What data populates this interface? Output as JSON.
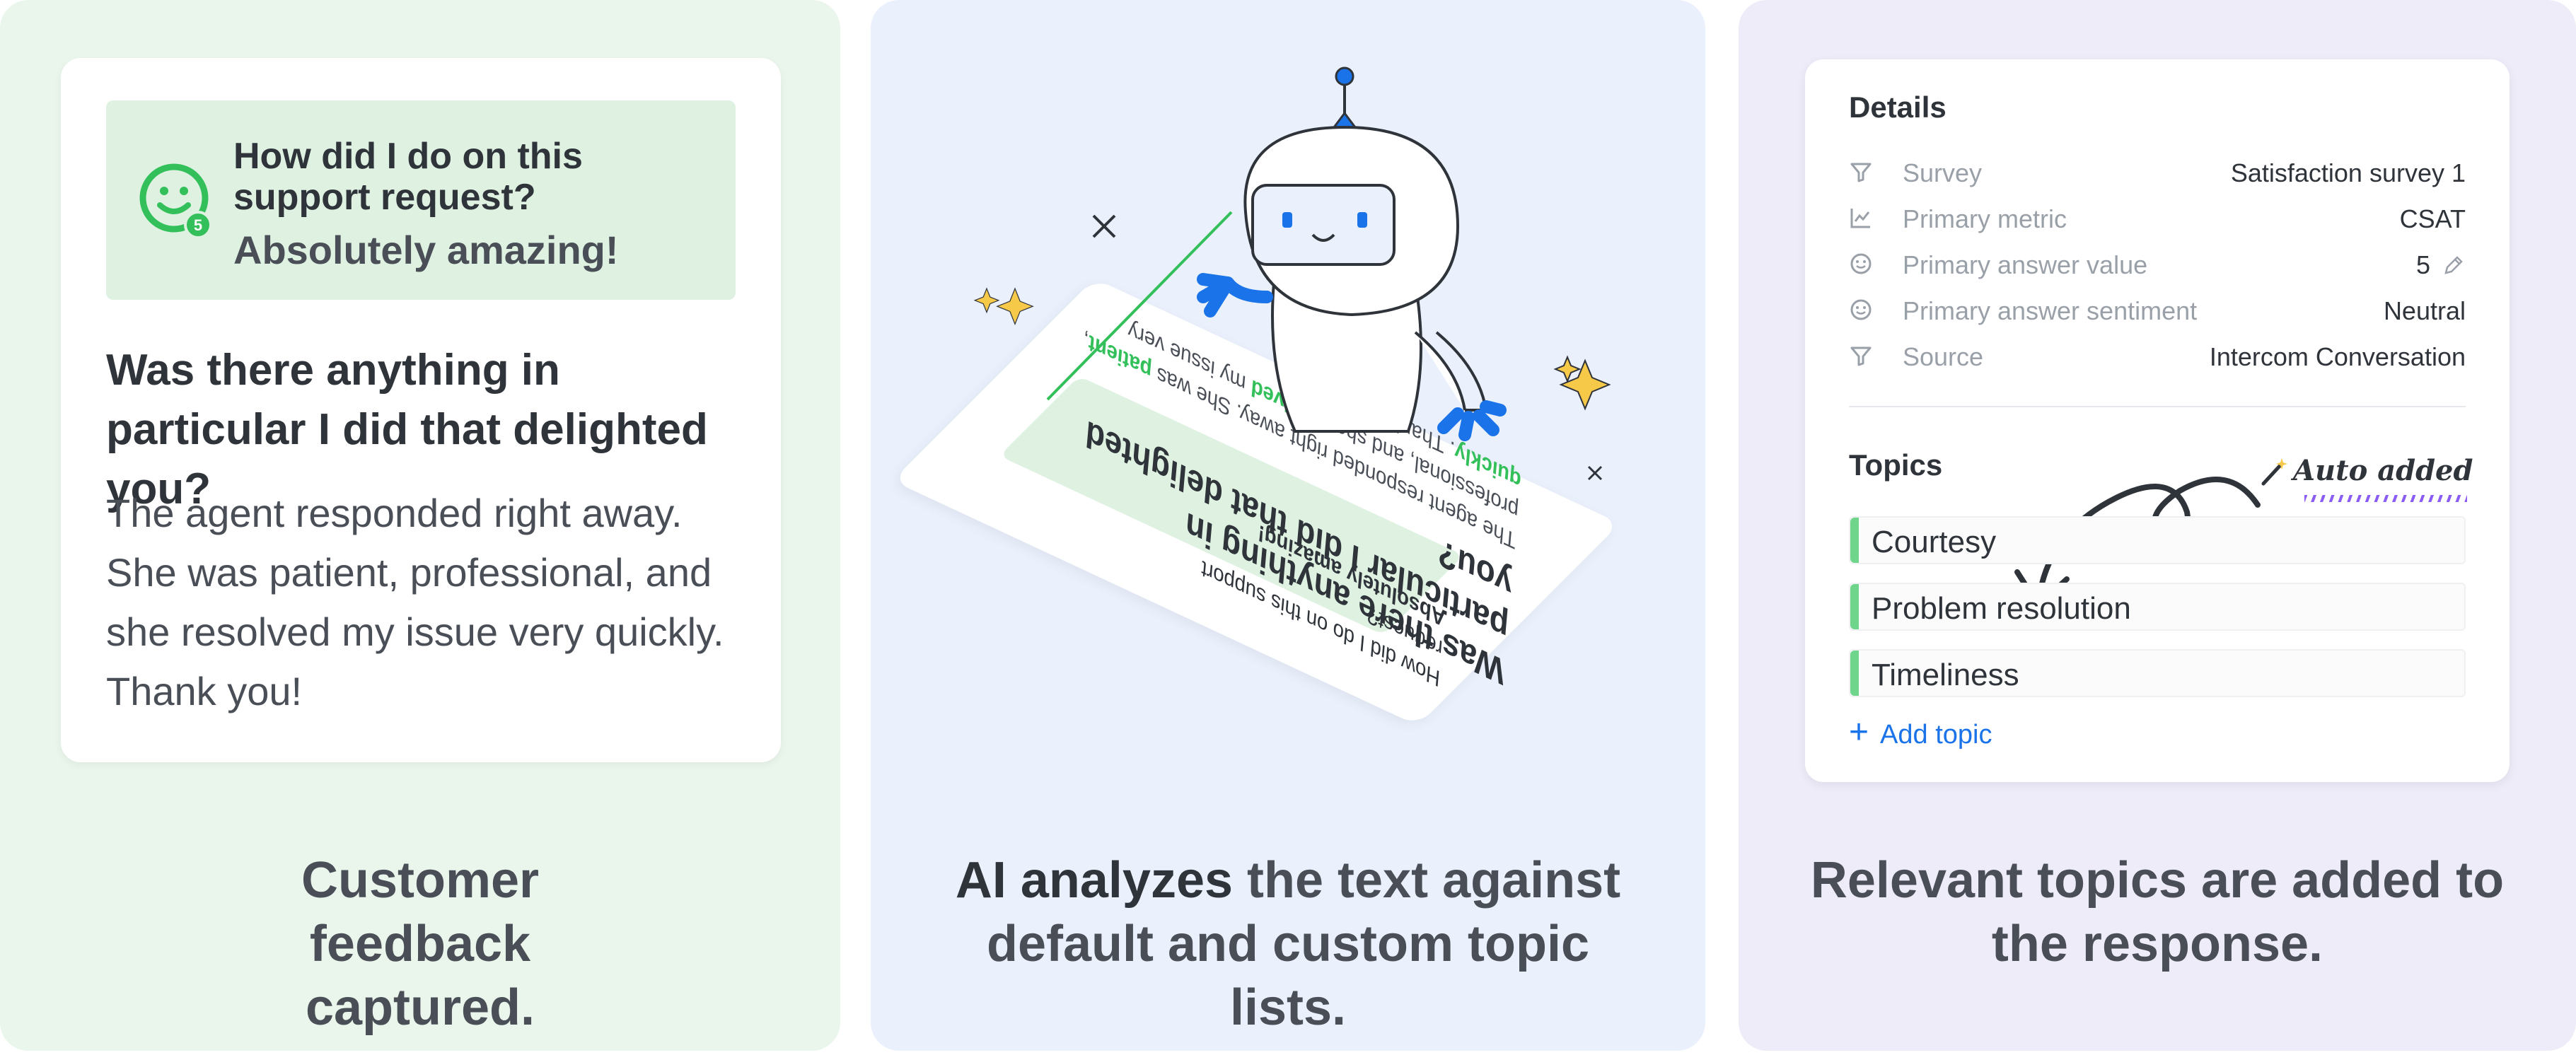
{
  "panel1": {
    "question": "How did I do on this support request?",
    "answer": "Absolutely amazing!",
    "badge": "5",
    "question2": "Was there anything in particular I did that delighted you?",
    "answer2": "The agent responded right away. She was patient, professional, and she resolved my issue very quickly. Thank you!",
    "caption": "Customer feedback captured."
  },
  "panel2": {
    "caption_strong": "AI analyzes",
    "caption_rest": " the text against default and custom topic lists.",
    "card_title": "Was there anything in particular I did that delighted you?",
    "card_body_1": "The agent responded right away. She was ",
    "card_body_patient": "patient",
    "card_body_2": ", professional, and she ",
    "card_body_resolved": "resolved",
    "card_body_3": " my issue very ",
    "card_body_quickly": "quickly",
    "card_body_4": ". Thank you!",
    "card_q": "How did I do on this support request?",
    "card_a": "Absolutely amazing!"
  },
  "panel3": {
    "details_title": "Details",
    "details": [
      {
        "icon": "filter-icon",
        "label": "Survey",
        "value": "Satisfaction survey 1"
      },
      {
        "icon": "chart-icon",
        "label": "Primary metric",
        "value": "CSAT"
      },
      {
        "icon": "smiley-icon",
        "label": "Primary answer value",
        "value": "5"
      },
      {
        "icon": "smiley-icon",
        "label": "Primary answer sentiment",
        "value": "Neutral"
      },
      {
        "icon": "filter-icon",
        "label": "Source",
        "value": "Intercom Conversation"
      }
    ],
    "topics_title": "Topics",
    "auto_added": "Auto added",
    "topics": [
      "Courtesy",
      "Problem resolution",
      "Timeliness"
    ],
    "add_topic": "Add topic",
    "caption": "Relevant topics are added to the response."
  },
  "colors": {
    "green": "#33c05a",
    "blue": "#1a73e8",
    "panel1_bg": "#eaf6ec",
    "panel2_bg": "#eaf1fd",
    "panel3_bg": "#efecf9"
  }
}
